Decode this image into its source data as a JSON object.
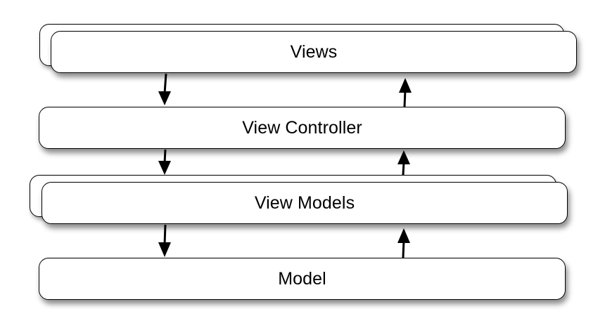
{
  "layers": {
    "views": "Views",
    "view_controller": "View Controller",
    "view_models": "View Models",
    "model": "Model"
  }
}
